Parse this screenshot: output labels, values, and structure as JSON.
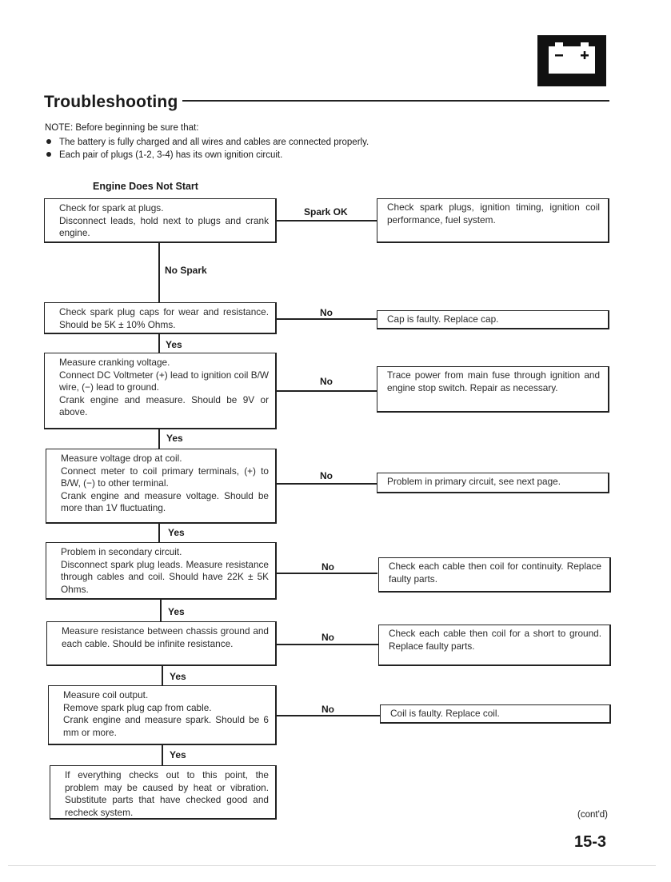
{
  "header": {
    "title": "Troubleshooting"
  },
  "notes": {
    "intro": "NOTE: Before beginning be sure that:",
    "bullets": [
      "The battery is fully charged and all wires and cables are connected properly.",
      "Each pair of plugs (1-2, 3-4) has its own ignition circuit."
    ]
  },
  "flowchart": {
    "title": "Engine Does Not Start",
    "steps": [
      {
        "check": "Check for spark at plugs.\nDisconnect leads, hold next to plugs and crank engine.",
        "branch_label": "Spark OK",
        "result": "Check spark plugs, ignition timing, ignition coil performance, fuel system.",
        "next_label": "No Spark"
      },
      {
        "check": "Check spark plug caps for wear and resistance. Should be 5K ± 10% Ohms.",
        "branch_label": "No",
        "result": "Cap is faulty. Replace cap.",
        "next_label": "Yes"
      },
      {
        "check": "Measure cranking voltage.\nConnect DC Voltmeter (+) lead to ignition coil B/W wire, (−) lead to ground.\nCrank engine and measure. Should be 9V or above.",
        "branch_label": "No",
        "result": "Trace power from main fuse through ignition and engine stop switch. Repair as necessary.",
        "next_label": "Yes"
      },
      {
        "check": "Measure voltage drop at coil.\nConnect meter to coil primary terminals, (+) to B/W, (−) to other terminal.\nCrank engine and measure voltage. Should be more than 1V fluctuating.",
        "branch_label": "No",
        "result": "Problem in primary circuit, see next page.",
        "next_label": "Yes"
      },
      {
        "check": "Problem in secondary circuit.\nDisconnect spark plug leads. Measure resistance through cables and coil. Should have 22K ± 5K Ohms.",
        "branch_label": "No",
        "result": "Check each cable then coil for continuity. Replace faulty parts.",
        "next_label": "Yes"
      },
      {
        "check": "Measure resistance between chassis ground and each cable. Should be infinite resistance.",
        "branch_label": "No",
        "result": "Check each cable then coil for a short to ground. Replace faulty parts.",
        "next_label": "Yes"
      },
      {
        "check": "Measure coil output.\nRemove spark plug cap from cable.\nCrank engine and measure spark. Should be 6 mm or more.",
        "branch_label": "No",
        "result": "Coil is faulty. Replace coil.",
        "next_label": "Yes"
      }
    ],
    "final": "If everything checks out to this point, the problem may be caused by heat or vibration. Substitute parts that have checked good and recheck system."
  },
  "footer": {
    "contd": "(cont'd)",
    "page_number": "15-3"
  },
  "icons": {
    "battery": "battery-icon"
  }
}
